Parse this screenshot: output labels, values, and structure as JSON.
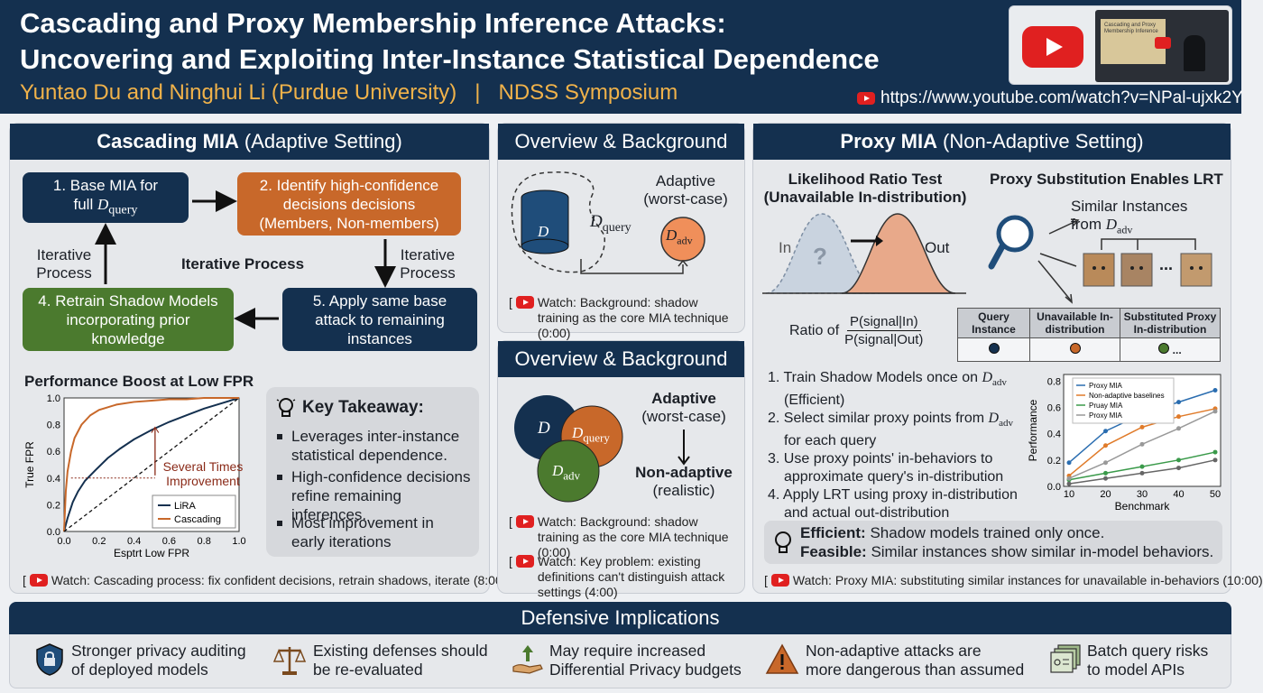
{
  "header": {
    "title_line1": "Cascading and Proxy Membership Inference Attacks:",
    "title_line2": "Uncovering and Exploiting Inter-Instance Statistical Dependence",
    "authors": "Yuntao Du and Ninghui Li (Purdue University)   |   NDSS Symposium",
    "video_url": "https://www.youtube.com/watch?v=NPal-ujxk2Y",
    "thumbnail_title": "Cascading and Proxy Membership Inference"
  },
  "cascading": {
    "head_bold": "Cascading MIA",
    "head_rest": "(Adaptive Setting)",
    "step1": "1. Base MIA for",
    "step1_b": "full",
    "step1_sym": "D",
    "step1_sub": "query",
    "step2": "2. Identify high-confidence decisions decisions (Members, Non-members)",
    "step4": "4. Retrain Shadow Models incorporating prior knowledge",
    "step5": "5. Apply same base attack to remaining instances",
    "iterative_left": "Iterative Process",
    "iterative_center": "Iterative Process",
    "iterative_right": "Iterative Process",
    "perf_title": "Performance Boost at Low FPR",
    "annotation": "Several Times Improvement",
    "takeaway_title": "Key Takeaway:",
    "takeaways": [
      "Leverages inter-instance statistical dependence.",
      "High-confidence decisions refine remaining inferences.",
      "Most improvement in early iterations"
    ],
    "watch": "Watch: Cascading process: fix confident decisions, retrain shadows, iterate (8:00)"
  },
  "overview1": {
    "head": "Overview & Background",
    "d_label": "D",
    "dquery_sym": "D",
    "dquery_sub": "query",
    "adaptive_label": "Adaptive (worst-case)",
    "dadv_sym": "D",
    "dadv_sub": "adv",
    "watch": "Watch: Background: shadow training as the core MIA technique (0:00)"
  },
  "overview2": {
    "head": "Overview & Background",
    "d_label": "D",
    "dquery_sym": "D",
    "dquery_sub": "query",
    "dadv_sym": "D",
    "dadv_sub": "adv",
    "adaptive_bold": "Adaptive",
    "adaptive_rest": "(worst-case)",
    "nonadaptive_bold": "Non-adaptive",
    "nonadaptive_rest": "(realistic)",
    "watch1": "Watch: Background: shadow training as the core MIA technique (0:00)",
    "watch2": "Watch: Key problem: existing definitions can't distinguish attack settings (4:00)"
  },
  "proxy": {
    "head_bold": "Proxy MIA",
    "head_rest": "(Non-Adaptive Setting)",
    "lrt_title": "Likelihood Ratio Test (Unavailable In-distribution)",
    "in_label": "In",
    "out_label": "Out",
    "ratio_label": "Ratio of",
    "ratio_num": "P(signal|In)",
    "ratio_den": "P(signal|Out)",
    "proxy_title": "Proxy Substitution Enables LRT",
    "similar_label": "Similar Instances from",
    "similar_sym": "D",
    "similar_sub": "adv",
    "ellipsis": "...",
    "table_headers": [
      "Query Instance",
      "Unavailable In-distribution",
      "Substituted Proxy In-distribution"
    ],
    "table_extra": "...",
    "steps": [
      {
        "pre": "1. Train Shadow Models once on ",
        "sym": "D",
        "sub": "adv",
        "post": "(Efficient)"
      },
      {
        "pre": "2. Select similar proxy points from ",
        "sym": "D",
        "sub": "adv",
        "post": "for each query"
      },
      {
        "pre": "3. Use proxy points' in-behaviors to",
        "post": "approximate query's in-distribution"
      },
      {
        "pre": "4. Apply LRT using proxy in-distribution",
        "post": "and actual out-distribution"
      }
    ],
    "efficient_bold": "Efficient:",
    "efficient_rest": "Shadow models trained only once.",
    "feasible_bold": "Feasible:",
    "feasible_rest": "Similar instances show similar in-model behaviors.",
    "watch": "Watch: Proxy MIA: substituting similar instances for unavailable in-behaviors (10:00)"
  },
  "defensive": {
    "head": "Defensive Implications",
    "items": [
      {
        "icon": "shield-lock-icon",
        "text1": "Stronger privacy auditing",
        "text2": "of deployed models"
      },
      {
        "icon": "scales-icon",
        "text1": "Existing defenses should",
        "text2": "be re-evaluated"
      },
      {
        "icon": "hand-arrow-icon",
        "text1": "May require increased",
        "text2": "Differential Privacy budgets"
      },
      {
        "icon": "warning-icon",
        "text1": "Non-adaptive attacks are",
        "text2": "more dangerous than assumed"
      },
      {
        "icon": "batch-query-icon",
        "text1": "Batch query risks",
        "text2": "to model APIs"
      }
    ]
  },
  "colors": {
    "navy": "#14304f",
    "orange": "#c8682a",
    "green": "#4b7a2e",
    "accent": "#f0b24a",
    "youtube_red": "#e02020"
  },
  "chart_data": [
    {
      "type": "line",
      "title": "Performance Boost at Low FPR",
      "xlabel": "Esptrt Low FPR",
      "ylabel": "True FPR",
      "xlim": [
        0,
        1
      ],
      "ylim": [
        0,
        1
      ],
      "xticks": [
        "0.0",
        "0.2",
        "0.4",
        "0.6",
        "0.8",
        "1.0"
      ],
      "yticks": [
        "0.0",
        "0.2",
        "0.4",
        "0.6",
        "0.8",
        "1.0"
      ],
      "legend": "bottom-right",
      "series": [
        {
          "name": "LiRA",
          "color": "#14304f",
          "x": [
            0,
            0.02,
            0.05,
            0.08,
            0.12,
            0.18,
            0.25,
            0.32,
            0.4,
            0.5,
            0.6,
            0.7,
            0.8,
            0.9,
            1.0
          ],
          "y": [
            0,
            0.1,
            0.22,
            0.3,
            0.38,
            0.46,
            0.55,
            0.62,
            0.69,
            0.76,
            0.82,
            0.87,
            0.92,
            0.96,
            1.0
          ]
        },
        {
          "name": "Cascading",
          "color": "#c8682a",
          "x": [
            0,
            0.01,
            0.02,
            0.04,
            0.06,
            0.1,
            0.15,
            0.2,
            0.3,
            0.4,
            0.5,
            0.6,
            0.7,
            0.8,
            0.9,
            1.0
          ],
          "y": [
            0,
            0.3,
            0.45,
            0.6,
            0.7,
            0.8,
            0.87,
            0.91,
            0.95,
            0.97,
            0.98,
            0.99,
            0.99,
            1.0,
            1.0,
            1.0
          ]
        },
        {
          "name": "",
          "color": "#111111",
          "dashed": true,
          "x": [
            0,
            1
          ],
          "y": [
            0,
            1
          ]
        }
      ]
    },
    {
      "type": "line",
      "title": "",
      "xlabel": "Benchmark",
      "ylabel": "Performance",
      "x": [
        10,
        20,
        30,
        40,
        50
      ],
      "xlim": [
        10,
        50
      ],
      "ylim": [
        0,
        0.85
      ],
      "yticks": [
        "0.0",
        "0.2",
        "0.4",
        "0.6",
        "0.8"
      ],
      "legend": "top-left",
      "series": [
        {
          "name": "Proxy MIA",
          "color": "#2a6db0",
          "values": [
            0.18,
            0.42,
            0.55,
            0.64,
            0.73
          ]
        },
        {
          "name": "Non-adaptive baselines",
          "color": "#e07b2a",
          "values": [
            0.08,
            0.31,
            0.45,
            0.53,
            0.59
          ]
        },
        {
          "name": "Pruay MIA",
          "color": "#3a9a4a",
          "values": [
            0.05,
            0.1,
            0.15,
            0.2,
            0.26
          ]
        },
        {
          "name": "Proxy MIA",
          "color": "#999999",
          "values": [
            0.06,
            0.18,
            0.32,
            0.44,
            0.57
          ]
        },
        {
          "name": "",
          "color": "#666666",
          "values": [
            0.02,
            0.06,
            0.1,
            0.14,
            0.2
          ]
        }
      ]
    }
  ]
}
